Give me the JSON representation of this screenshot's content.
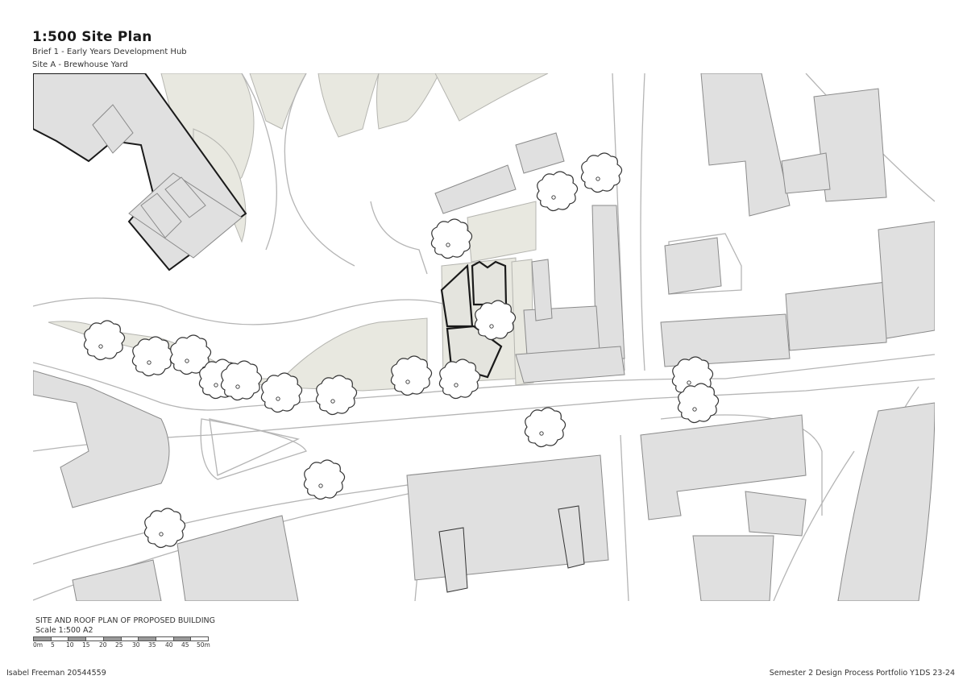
{
  "header": {
    "title": "1:500 Site Plan",
    "brief": "Brief 1 - Early Years Development Hub",
    "site": "Site A - Brewhouse Yard"
  },
  "map": {
    "label": "site-plan-drawing",
    "colors": {
      "background": "#ffffff",
      "building_fill": "#e0e0e0",
      "building_stroke": "#8a8a8a",
      "green_space": "#e8e8e0",
      "road_line": "#b5b5b5",
      "proposed_building_outline": "#1a1a1a",
      "tree_outline": "#333333"
    },
    "features": [
      "castle-building-northwest",
      "proposed-building-site",
      "terraced-houses",
      "trees",
      "green-spaces",
      "roads"
    ]
  },
  "legend": {
    "caption": "SITE AND ROOF PLAN OF PROPOSED BUILDING",
    "scale": "Scale 1:500 A2",
    "scalebar_ticks": [
      "0m",
      "5",
      "10",
      "15",
      "20",
      "25",
      "30",
      "35",
      "40",
      "45",
      "50m"
    ]
  },
  "footer": {
    "author": "Isabel Freeman 20544559",
    "course": "Semester 2 Design Process Portfolio Y1DS 23-24"
  }
}
